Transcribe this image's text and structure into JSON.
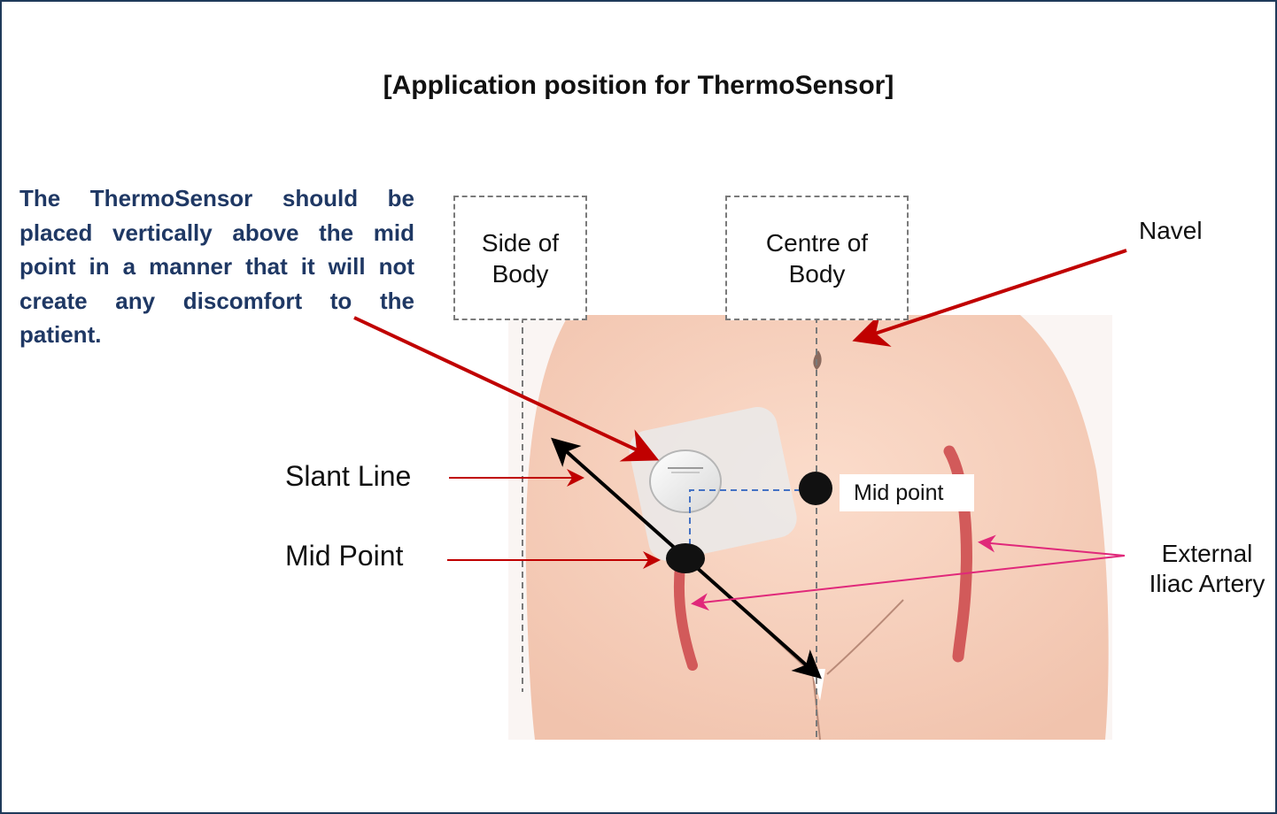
{
  "title": "[Application position for ThermoSensor]",
  "instruction": "The ThermoSensor should be placed vertically above the mid point in a manner that it will not create any discomfort to the patient.",
  "boxes": {
    "side_line1": "Side of",
    "side_line2": "Body",
    "centre_line1": "Centre of",
    "centre_line2": "Body"
  },
  "labels": {
    "navel": "Navel",
    "slant_line": "Slant Line",
    "mid_point": "Mid Point",
    "mid_point_tag": "Mid point",
    "artery_line1": "External",
    "artery_line2": "Iliac Artery"
  },
  "colors": {
    "instruction_text": "#1f3864",
    "callout_arrow": "#c00000",
    "artery_arrow": "#e0287a",
    "skin": "#f6d2c0",
    "artery": "#d25a5a",
    "frame_border": "#1f3a5a"
  }
}
